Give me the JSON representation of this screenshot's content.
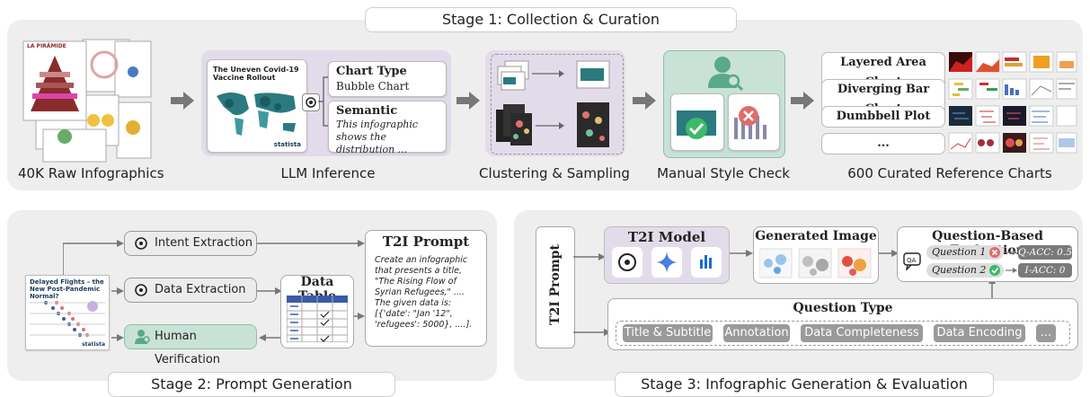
{
  "stage1": {
    "label": "Stage 1: Collection & Curation",
    "captions": {
      "raw": "40K Raw Infographics",
      "llm": "LLM Inference",
      "cluster": "Clustering & Sampling",
      "manual": "Manual Style Check",
      "curated": "600 Curated Reference Charts"
    },
    "infographic": {
      "title": "The Uneven Covid-19 Vaccine Rollout",
      "brand": "statista"
    },
    "raw_title": "LA PIRÁMIDE",
    "chart_type_label": "Chart Type",
    "chart_type_value": "Bubble Chart",
    "semantic_label": "Semantic",
    "semantic_value": "This infographic shows the distribution ...",
    "chart_types": [
      "Layered Area Chart",
      "Diverging Bar Chart",
      "Dumbbell Plot",
      "..."
    ]
  },
  "stage2": {
    "label": "Stage 2: Prompt Generation",
    "intent": "Intent Extraction",
    "data_extraction": "Data Extraction",
    "human_verification": "Human Verification",
    "data_table": "Data Table",
    "prompt_title": "T2I Prompt",
    "prompt_text": "Create an infographic that presents a title, \"The Rising Flow of Syrian Refugees,\" .... The given data is: [{'date': \"Jan '12\", 'refugees': 5000}, ....].",
    "example_title": "Delayed Flights – the New Post-Pandemic Normal?",
    "brand": "statista"
  },
  "stage3": {
    "label": "Stage 3: Infographic Generation & Evaluation",
    "prompt_vertical": "T2I Prompt",
    "model_title": "T2I Model",
    "generated_title": "Generated Image",
    "eval_title": "Question-Based Evaluation",
    "question1": "Question 1",
    "question2": "Question 2",
    "q_acc": "Q-ACC: 0.5",
    "i_acc": "I-ACC: 0",
    "qtype_title": "Question Type",
    "qtypes": [
      "Title & Subtitle",
      "Annotation",
      "Data Completeness",
      "Data Encoding",
      "..."
    ]
  },
  "colors": {
    "panel": "#eeeeee",
    "accent_green": "#5aa98a",
    "accent_red": "#e06c6c",
    "arrow": "#777777"
  }
}
